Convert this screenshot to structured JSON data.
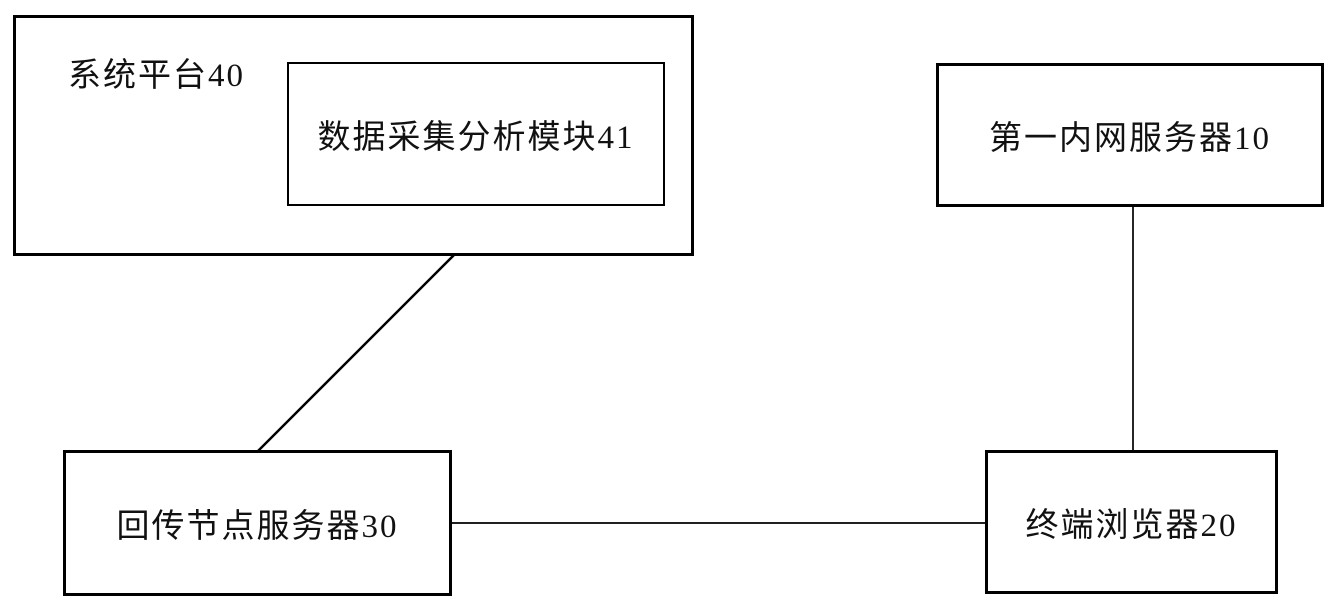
{
  "diagram": {
    "background_color": "#ffffff",
    "line_color": "#000000",
    "text_color": "#111111",
    "nodes": [
      {
        "id": "system-platform",
        "label": "系统平台40"
      },
      {
        "id": "data-collection-module",
        "label": "数据采集分析模块41"
      },
      {
        "id": "first-intranet-server",
        "label": "第一内网服务器10"
      },
      {
        "id": "backhaul-node-server",
        "label": "回传节点服务器30"
      },
      {
        "id": "terminal-browser",
        "label": "终端浏览器20"
      }
    ],
    "edges": [
      {
        "from": "数据采集分析模块41",
        "to": "回传节点服务器30",
        "style": "diagonal"
      },
      {
        "from": "回传节点服务器30",
        "to": "终端浏览器20",
        "style": "horizontal"
      },
      {
        "from": "第一内网服务器10",
        "to": "终端浏览器20",
        "style": "vertical"
      }
    ]
  }
}
